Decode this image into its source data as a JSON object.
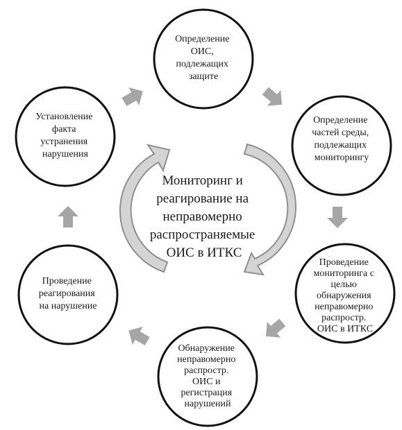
{
  "center": {
    "lines": [
      "Мониторинг и",
      "реагирование на",
      "неправомерно",
      "распространяемые",
      "ОИС в ИТКС"
    ]
  },
  "nodes": [
    {
      "id": "define-ois",
      "lines": [
        "Определение",
        "ОИС,",
        "подлежащих",
        "защите"
      ]
    },
    {
      "id": "define-env-parts",
      "lines": [
        "Определение",
        "частей среды,",
        "подлежащих",
        "мониторингу"
      ]
    },
    {
      "id": "conduct-monitoring",
      "lines": [
        "Проведение",
        "мониторинга с",
        "целью",
        "обнаружения",
        "неправомерно",
        "распростр.",
        "ОИС в ИТКС"
      ]
    },
    {
      "id": "detect-register",
      "lines": [
        "Обнаружение",
        "неправомерно",
        "распростр.",
        "ОИС и",
        "регистрация",
        "нарушений"
      ]
    },
    {
      "id": "respond-violation",
      "lines": [
        "Проведение",
        "реагирования",
        "на нарушение"
      ]
    },
    {
      "id": "establish-elimination",
      "lines": [
        "Установление",
        "факта",
        "устранения",
        "нарушения"
      ]
    }
  ],
  "colors": {
    "node_stroke": "#111111",
    "arrow_fill": "#a6a6a6",
    "ring_arrow_fill": "#d4d4d4",
    "ring_arrow_stroke": "#8f8f8f"
  }
}
